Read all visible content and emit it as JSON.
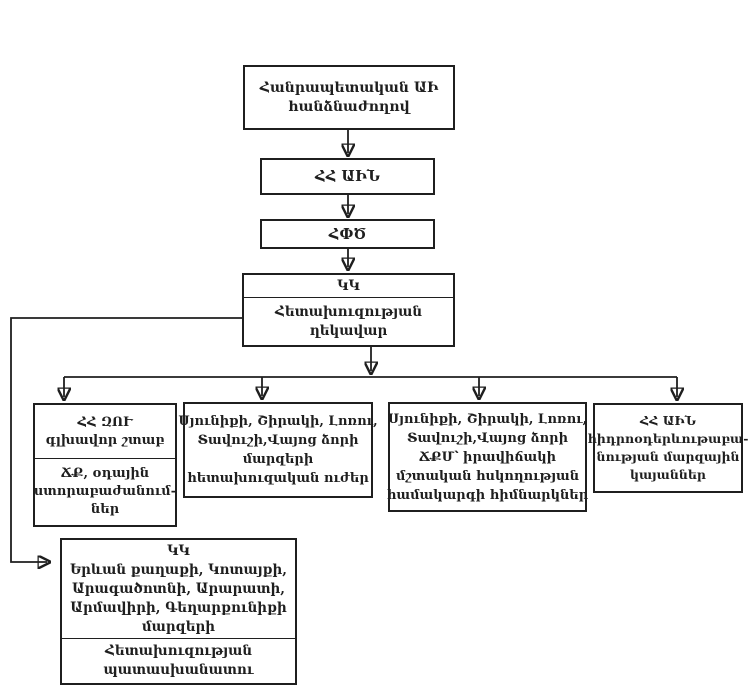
{
  "page": {
    "background": "#ffffff",
    "ink_color": "#1f1f1f"
  },
  "diagram": {
    "type": "org-chart",
    "nodes": {
      "republican_commission": {
        "lines": [
          "Հանրապետական ԱԻ",
          "հանձնաժողով"
        ]
      },
      "mes": {
        "label": "ՀՀ ԱԻՆ"
      },
      "rescue_service": {
        "label": "ՀՓԾ"
      },
      "command_center": {
        "top": "ԿԿ",
        "lines": [
          "Հետախուզության",
          "ղեկավար"
        ]
      },
      "general_staff": {
        "top_lines": [
          "ՀՀ ԶՈՒ",
          "գլխավոր շտաբ"
        ],
        "bottom_lines": [
          "ՃՔ, օդային",
          "ստորաբաժանում-",
          "ներ"
        ]
      },
      "recon_forces": {
        "lines": [
          "Սյունիքի, Շիրակի, Լոռու,",
          "Տավուշի,Վայոց ձորի",
          "մարզերի",
          "հետախուզական ուժեր"
        ]
      },
      "monitoring_institutions": {
        "lines": [
          "Սյունիքի, Շիրակի, Լոռու,",
          "Տավուշի,Վայոց ձորի",
          "ՃՔՄ՝ իրավիճակի",
          "մշտական հսկողության",
          "համակարգի հիմնարկներ"
        ]
      },
      "hydromet_stations": {
        "lines": [
          "ՀՀ ԱԻՆ",
          "հիդրոօդերևութաբա-",
          "նության մարզային",
          "կայաններ"
        ]
      },
      "regional_command_center": {
        "top_lines": [
          "ԿԿ",
          "Երևան քաղաքի, Կոտայքի,",
          "Արագածոտնի, Արարատի,",
          "Արմավիրի, Գեղարքունիքի",
          "մարզերի"
        ],
        "bottom_lines": [
          "Հետախուզության",
          "պատասխանատու"
        ]
      }
    }
  }
}
